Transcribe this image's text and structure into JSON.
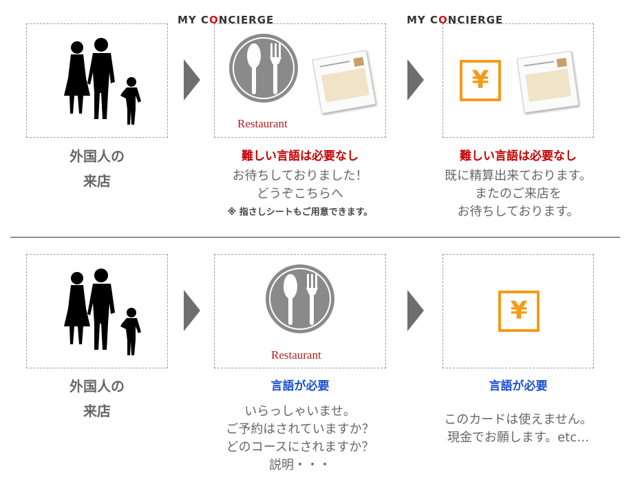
{
  "top": {
    "col1": {
      "caption_line1": "外国人の",
      "caption_line2": "来店"
    },
    "col2": {
      "brand_prefix": "MY C",
      "brand_o": "O",
      "brand_suffix": "NCIERGE",
      "restaurant_label": "Restaurant",
      "heading": "難しい言語は必要なし",
      "body_line1": "お待ちしておりました！",
      "body_line2": "どうぞこちらへ",
      "note": "※ 指さしシートもご用意できます。"
    },
    "col3": {
      "brand_prefix": "MY C",
      "brand_o": "O",
      "brand_suffix": "NCIERGE",
      "yen": "¥",
      "heading": "難しい言語は必要なし",
      "body_line1": "既に精算出来ております。",
      "body_line2": "またのご来店を",
      "body_line3": "お待ちしております。"
    }
  },
  "bottom": {
    "col1": {
      "caption_line1": "外国人の",
      "caption_line2": "来店"
    },
    "col2": {
      "restaurant_label": "Restaurant",
      "heading": "言語が必要",
      "body_line1": "いらっしゃいませ。",
      "body_line2": "ご予約はされていますか？",
      "body_line3": "どのコースにされますか？",
      "body_line4": "説明・・・"
    },
    "col3": {
      "yen": "¥",
      "heading": "言語が必要",
      "body_line1": "このカードは使えません。",
      "body_line2": "現金でお願します。etc…"
    }
  },
  "colors": {
    "accent_red": "#c40000",
    "accent_blue": "#1a4fd0",
    "yen_orange": "#f59a1a"
  }
}
